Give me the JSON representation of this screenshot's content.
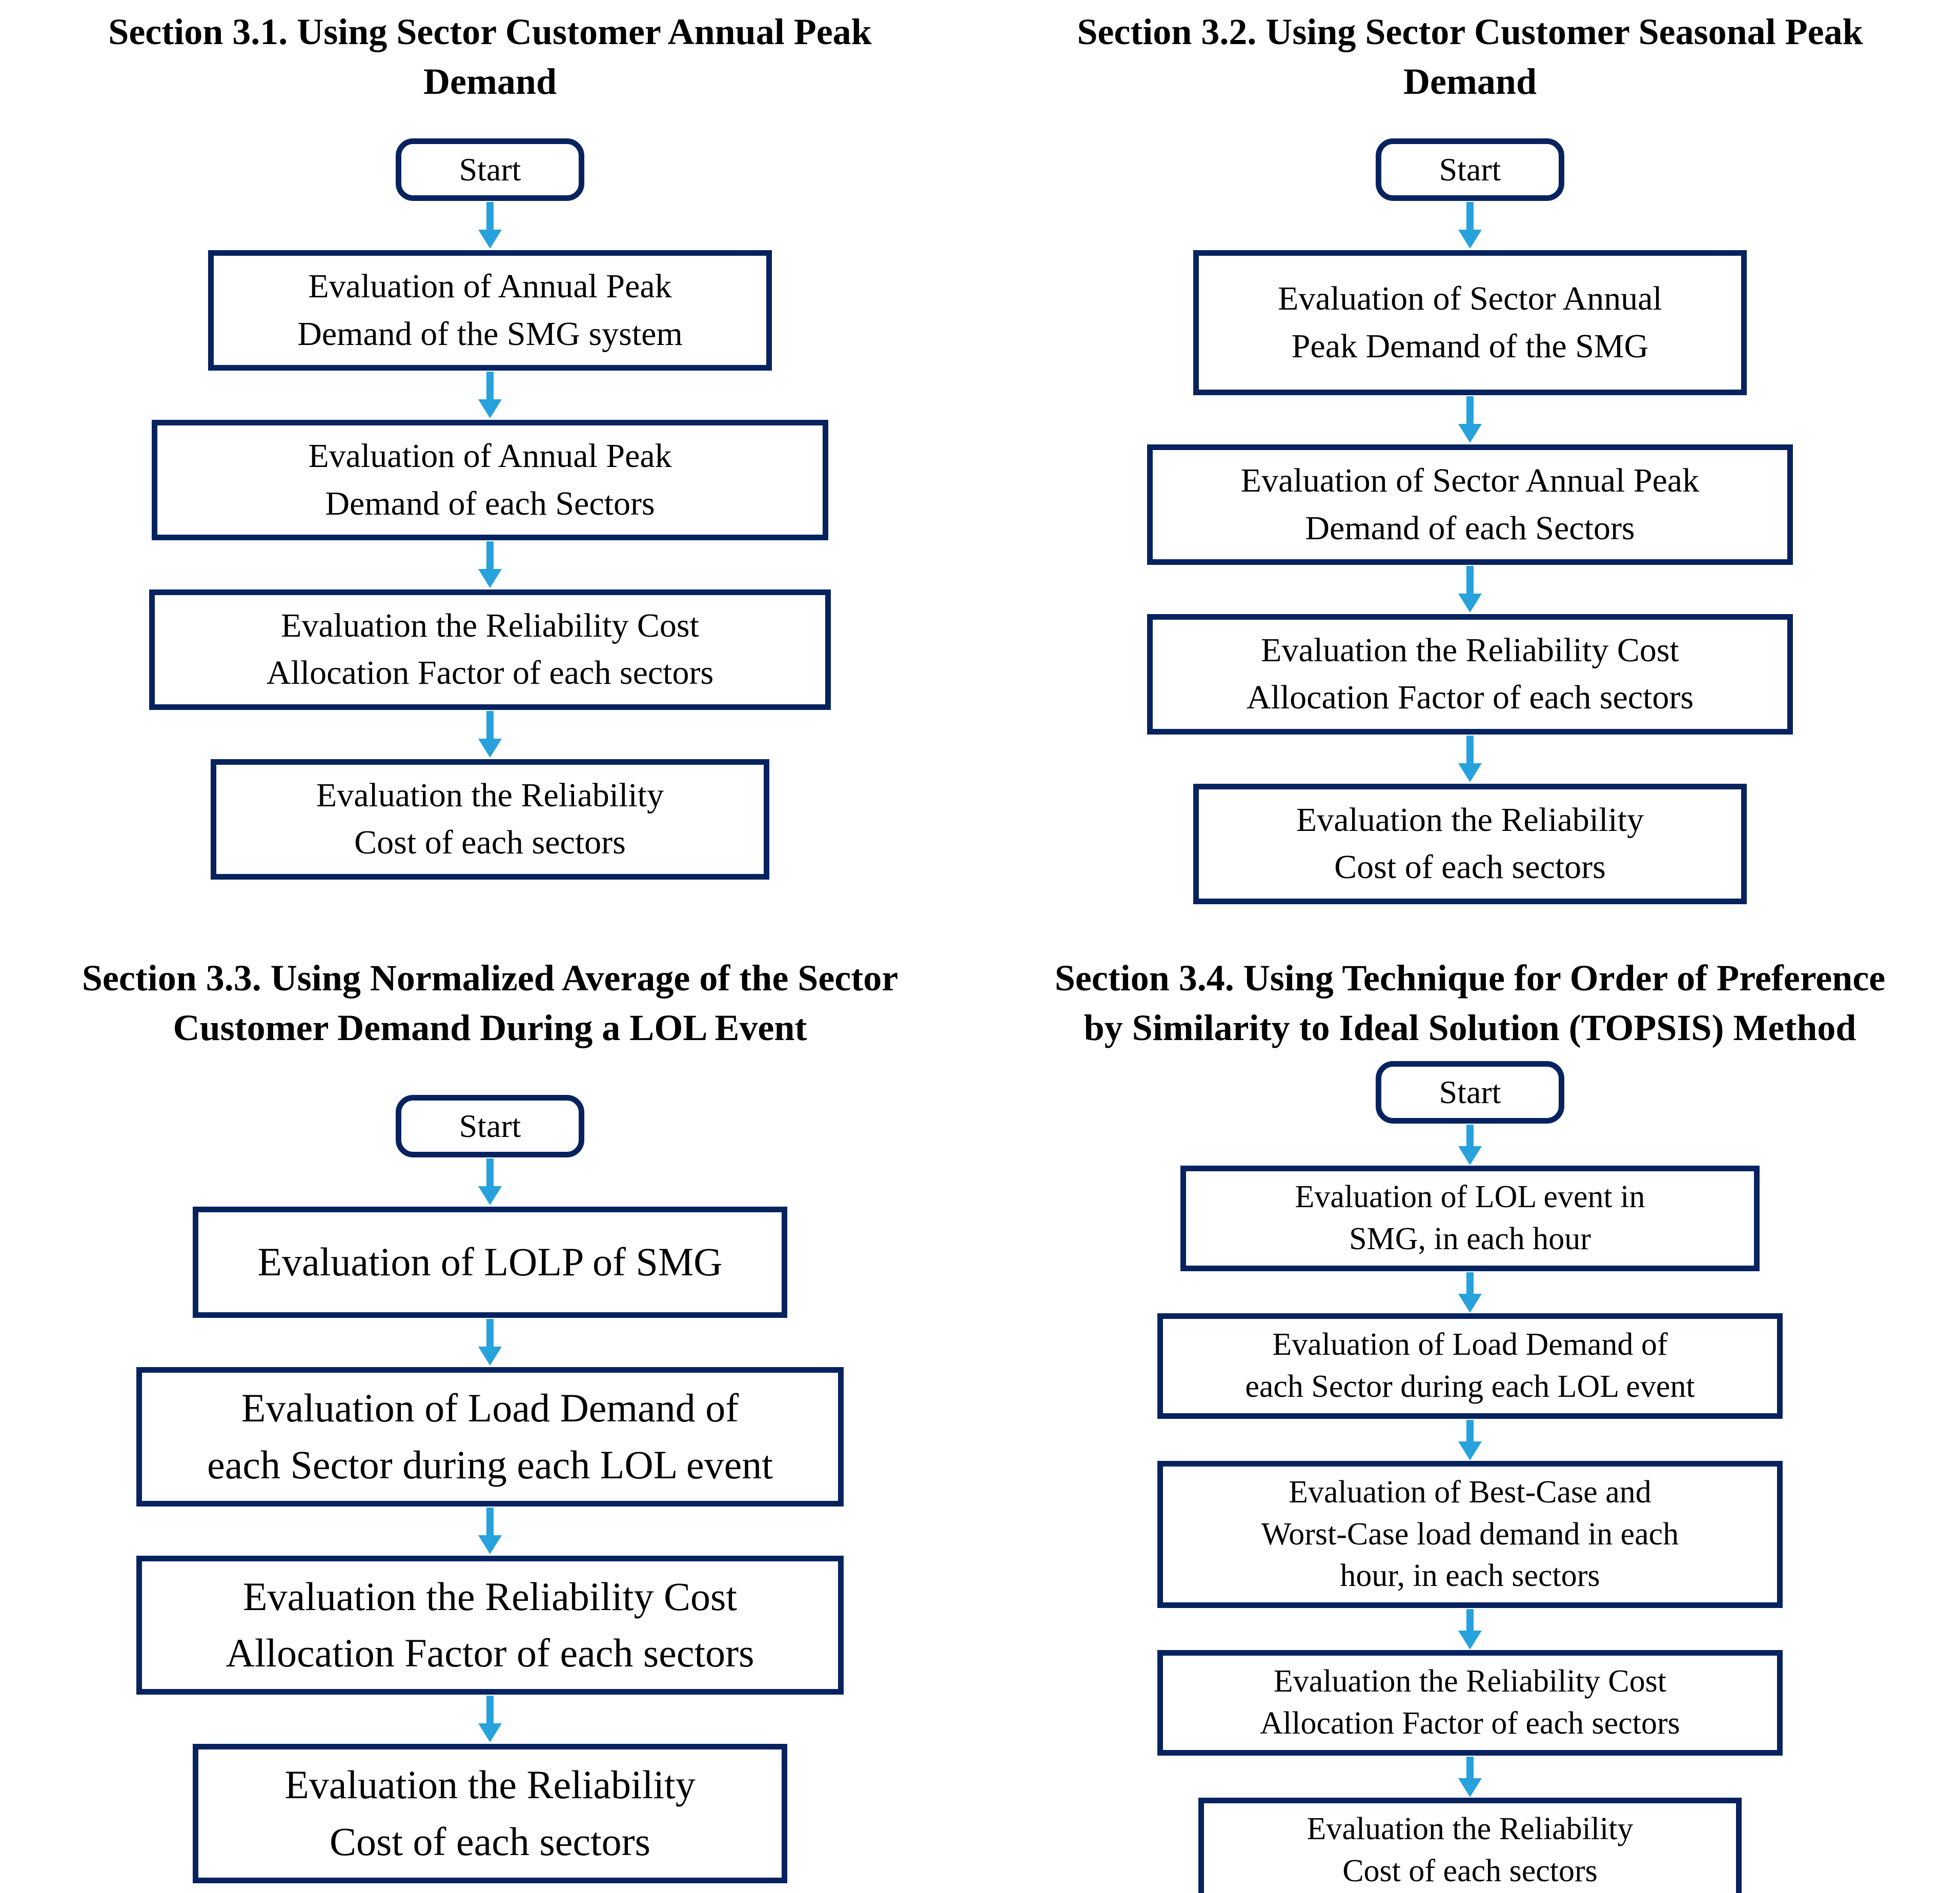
{
  "colors": {
    "box_border": "#07235f",
    "arrow": "#27a2dc",
    "text": "#000000",
    "background": "#ffffff"
  },
  "sections": [
    {
      "id": "3.1",
      "title": "Section 3.1. Using Sector Customer Annual Peak\nDemand",
      "start_label": "Start",
      "boxes": [
        "Evaluation of Annual Peak\nDemand of the SMG system",
        "Evaluation of Annual Peak\nDemand of each Sectors",
        "Evaluation the Reliability Cost\nAllocation Factor of each sectors",
        "Evaluation the Reliability\nCost of each sectors"
      ]
    },
    {
      "id": "3.2",
      "title": "Section 3.2. Using Sector Customer Seasonal Peak\nDemand",
      "start_label": "Start",
      "boxes": [
        "Evaluation of Sector Annual\nPeak Demand of the SMG",
        "Evaluation of Sector Annual Peak\nDemand of each Sectors",
        "Evaluation the Reliability Cost\nAllocation Factor of each sectors",
        "Evaluation the Reliability\nCost of each sectors"
      ]
    },
    {
      "id": "3.3",
      "title": "Section 3.3. Using Normalized Average of the Sector\nCustomer Demand During a LOL Event",
      "start_label": "Start",
      "boxes": [
        "Evaluation of LOLP of SMG",
        "Evaluation of Load Demand of\neach Sector during each LOL event",
        "Evaluation the Reliability Cost\nAllocation Factor of each sectors",
        "Evaluation the Reliability\nCost of each sectors"
      ]
    },
    {
      "id": "3.4",
      "title": "Section 3.4. Using Technique for Order of Preference\nby Similarity to Ideal Solution (TOPSIS) Method",
      "start_label": "Start",
      "boxes": [
        "Evaluation of LOL event in\nSMG, in each hour",
        "Evaluation of Load Demand of\neach Sector during each LOL event",
        "Evaluation of Best-Case and\nWorst-Case load demand in each\nhour, in each sectors",
        "Evaluation the Reliability Cost\nAllocation Factor of each sectors",
        "Evaluation the Reliability\nCost of each sectors"
      ]
    }
  ]
}
